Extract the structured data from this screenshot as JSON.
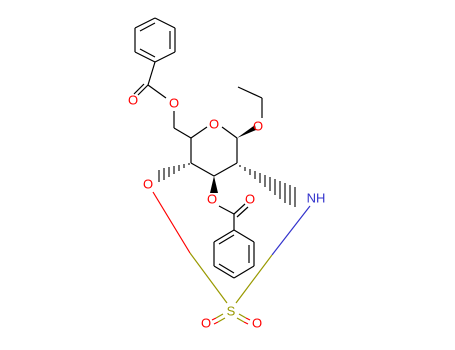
{
  "colors": {
    "carbon_bond": "#000000",
    "oxygen": "#ff0000",
    "nitrogen": "#3333cc",
    "sulfur": "#999900",
    "background": "#ffffff"
  },
  "atoms": {
    "ester_o_top_carbonyl": "O",
    "ester_o_top_link": "O",
    "ring_oxygen": "O",
    "ethoxy_oxygen": "O",
    "sulfamidate_oxygen": "O",
    "ester_o_mid_link": "O",
    "ester_o_mid_carbonyl": "O",
    "nitrogen_nh": "NH",
    "sulfur": "S",
    "sulfonyl_o_left": "O",
    "sulfonyl_o_right": "O"
  }
}
